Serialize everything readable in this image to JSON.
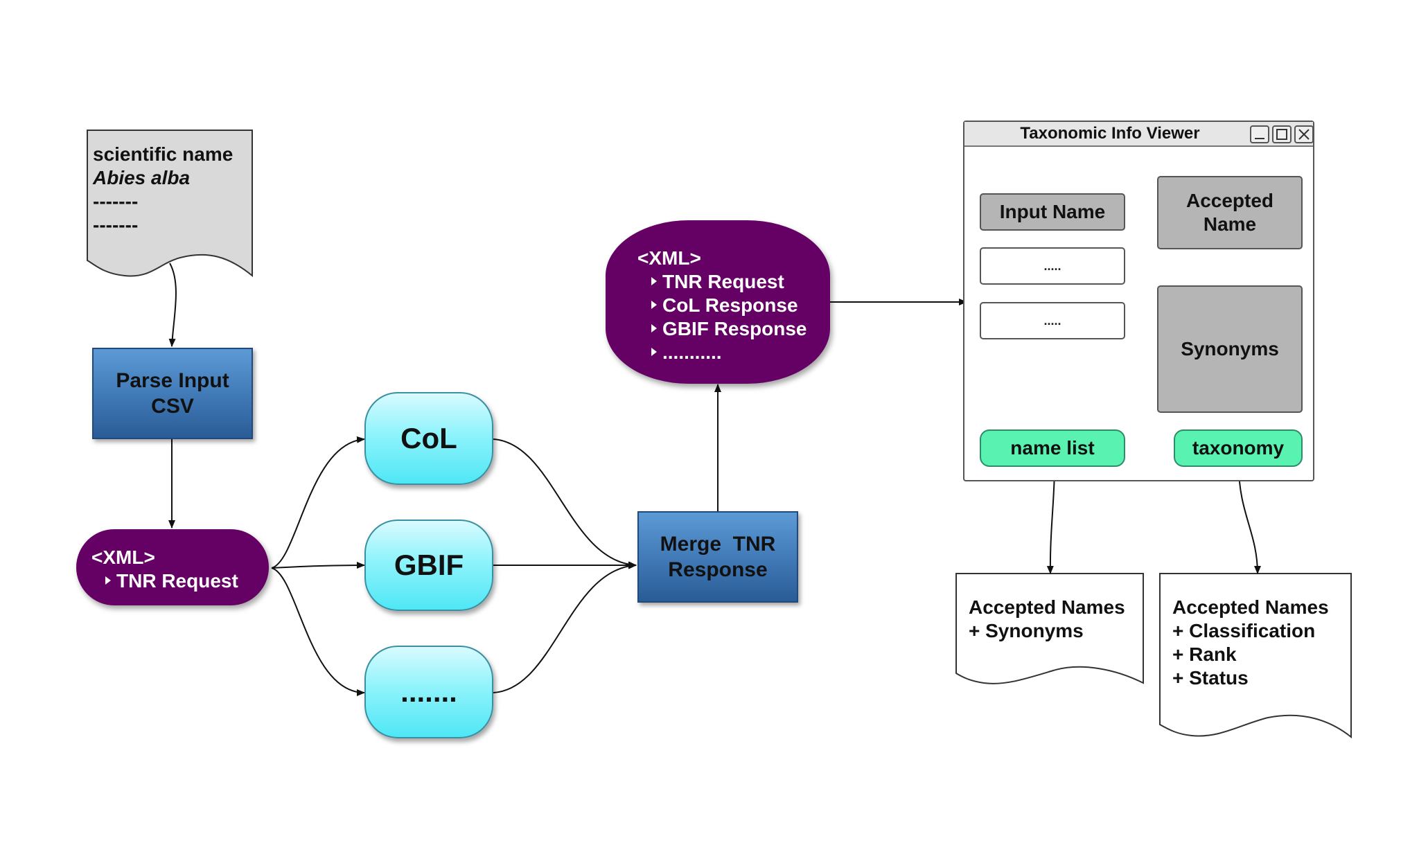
{
  "input_doc": {
    "line1": "scientific name",
    "line2": "Abies alba",
    "line3": "-------",
    "line4": "-------"
  },
  "parse_input": {
    "line1": "Parse Input",
    "line2": "CSV"
  },
  "xml_request": {
    "header": "<XML>",
    "items": [
      "TNR Request"
    ]
  },
  "sources": {
    "col": "CoL",
    "gbif": "GBIF",
    "more": "......."
  },
  "merge": {
    "line1": "Merge  TNR",
    "line2": "Response"
  },
  "xml_response": {
    "header": "<XML>",
    "items": [
      "TNR Request",
      "CoL Response",
      "GBIF Response",
      "..........."
    ]
  },
  "viewer": {
    "title": "Taxonomic Info Viewer",
    "input_name": "Input Name",
    "field1": ".....",
    "field2": ".....",
    "accepted_name": {
      "line1": "Accepted",
      "line2": "Name"
    },
    "synonyms": "Synonyms",
    "name_list_button": "name list",
    "taxonomy_button": "taxonomy"
  },
  "output_names": {
    "line1": "Accepted Names",
    "line2": "+ Synonyms"
  },
  "output_taxonomy": {
    "line1": "Accepted Names",
    "line2": "+ Classification",
    "line3": "+ Rank",
    "line4": "+ Status"
  },
  "colors": {
    "process_blue": "#3f78b5",
    "xml_purple": "#650065",
    "source_cyan": "#8ff3fb",
    "viewer_gray": "#b5b5b5",
    "button_green": "#5af2b0"
  }
}
